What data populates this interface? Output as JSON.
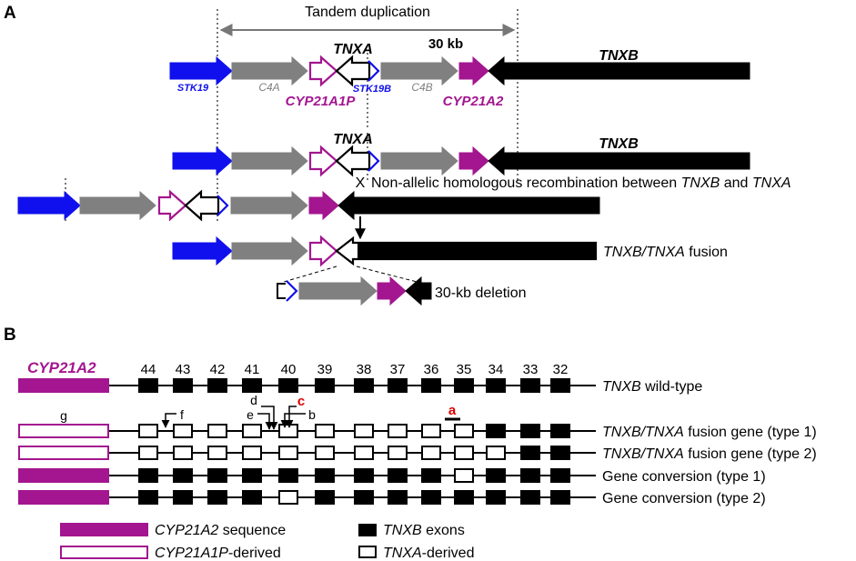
{
  "panel_a": {
    "label": "A",
    "tandem_duplication": "Tandem duplication",
    "size_30kb": "30 kb",
    "tnxa": "TNXA",
    "tnxb": "TNXB",
    "stk19": "STK19",
    "c4a": "C4A",
    "cyp21a1p": "CYP21A1P",
    "stk19b": "STK19B",
    "c4b": "C4B",
    "cyp21a2": "CYP21A2",
    "crossover_mark": "X",
    "recomb_text": "Non-allelic homologous recombination between ",
    "recomb_and": " and ",
    "fusion_label": "TNXB/TNXA",
    "fusion_suffix": " fusion",
    "deletion_label": "30-kb deletion"
  },
  "panel_b": {
    "label": "B",
    "cyp21a2": "CYP21A2",
    "exon_numbers": [
      "44",
      "43",
      "42",
      "41",
      "40",
      "39",
      "38",
      "37",
      "36",
      "35",
      "34",
      "33",
      "32"
    ],
    "rows": [
      {
        "label_italic": "TNXB",
        "label_rest": " wild-type",
        "first": "filled",
        "exons": "FFFFFFFFFFFFF"
      },
      {
        "label_italic": "TNXB/TNXA",
        "label_rest": " fusion gene (type 1)",
        "first": "open",
        "exons": "OOOOOOOOOOFFF"
      },
      {
        "label_italic": "TNXB/TNXA",
        "label_rest": " fusion gene (type 2)",
        "first": "open",
        "exons": "OOOOOOOOOOOFF"
      },
      {
        "label_italic": "",
        "label_rest": "Gene conversion (type 1)",
        "first": "filled",
        "exons": "FFFFFFFFFOFFF"
      },
      {
        "label_italic": "",
        "label_rest": "Gene conversion (type 2)",
        "first": "filled",
        "exons": "FFFFOFFFFFFFF"
      }
    ],
    "markers": {
      "a": "a",
      "b": "b",
      "c": "c",
      "d": "d",
      "e": "e",
      "f": "f",
      "g": "g"
    },
    "legend": [
      {
        "italic": "CYP21A2",
        "rest": " sequence",
        "style": "magenta-filled"
      },
      {
        "italic": "CYP21A1P",
        "rest": "-derived",
        "style": "magenta-open"
      },
      {
        "italic": "TNXB",
        "rest": " exons",
        "style": "black-filled"
      },
      {
        "italic": "TNXA",
        "rest": "-derived",
        "style": "black-open"
      }
    ]
  },
  "colors": {
    "blue": "#1010ee",
    "gray": "#808080",
    "magenta": "#a3168f",
    "black": "#000000",
    "red": "#e00000"
  }
}
